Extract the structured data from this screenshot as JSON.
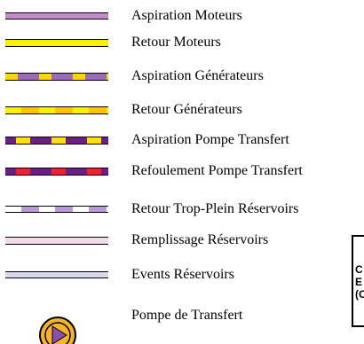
{
  "legend": {
    "items": [
      {
        "label": "Aspiration Moteurs",
        "style": "solid",
        "fill": "#c28bc9",
        "icon": "line-swatch"
      },
      {
        "label": "Retour Moteurs",
        "style": "solid",
        "fill": "#ffef00",
        "icon": "line-swatch"
      },
      {
        "label": "Aspiration Générateurs",
        "style": "dashed",
        "fill": "#ffd400",
        "dash": "#9a6bb6",
        "icon": "line-swatch"
      },
      {
        "label": "Retour Générateurs",
        "style": "dashed",
        "fill": "#ffef00",
        "dash": "#ffc400",
        "icon": "line-swatch"
      },
      {
        "label": "Aspiration Pompe Transfert",
        "style": "dashed",
        "fill": "#6b1f86",
        "dash": "#ffe000",
        "icon": "line-swatch"
      },
      {
        "label": "Refoulement Pompe Transfert",
        "style": "dashed",
        "fill": "#6b1f86",
        "dash": "#f02030",
        "icon": "line-swatch"
      },
      {
        "label": "Retour Trop-Plein Réservoirs",
        "style": "dashed",
        "fill": "#ffffff",
        "dash": "#b99ad6",
        "icon": "line-swatch"
      },
      {
        "label": "Remplissage Réservoirs",
        "style": "solid",
        "fill": "#f1dbea",
        "icon": "line-swatch"
      },
      {
        "label": "Events Réservoirs",
        "style": "solid",
        "fill": "#d8d8ee",
        "icon": "line-swatch"
      },
      {
        "label": "Pompe de Transfert",
        "style": "pump",
        "fill": "#f4b32a",
        "dash": "#8b4fb0",
        "icon": "transfer-pump-icon"
      }
    ]
  },
  "cut_off_box": {
    "text": "C\nE\n(C"
  }
}
